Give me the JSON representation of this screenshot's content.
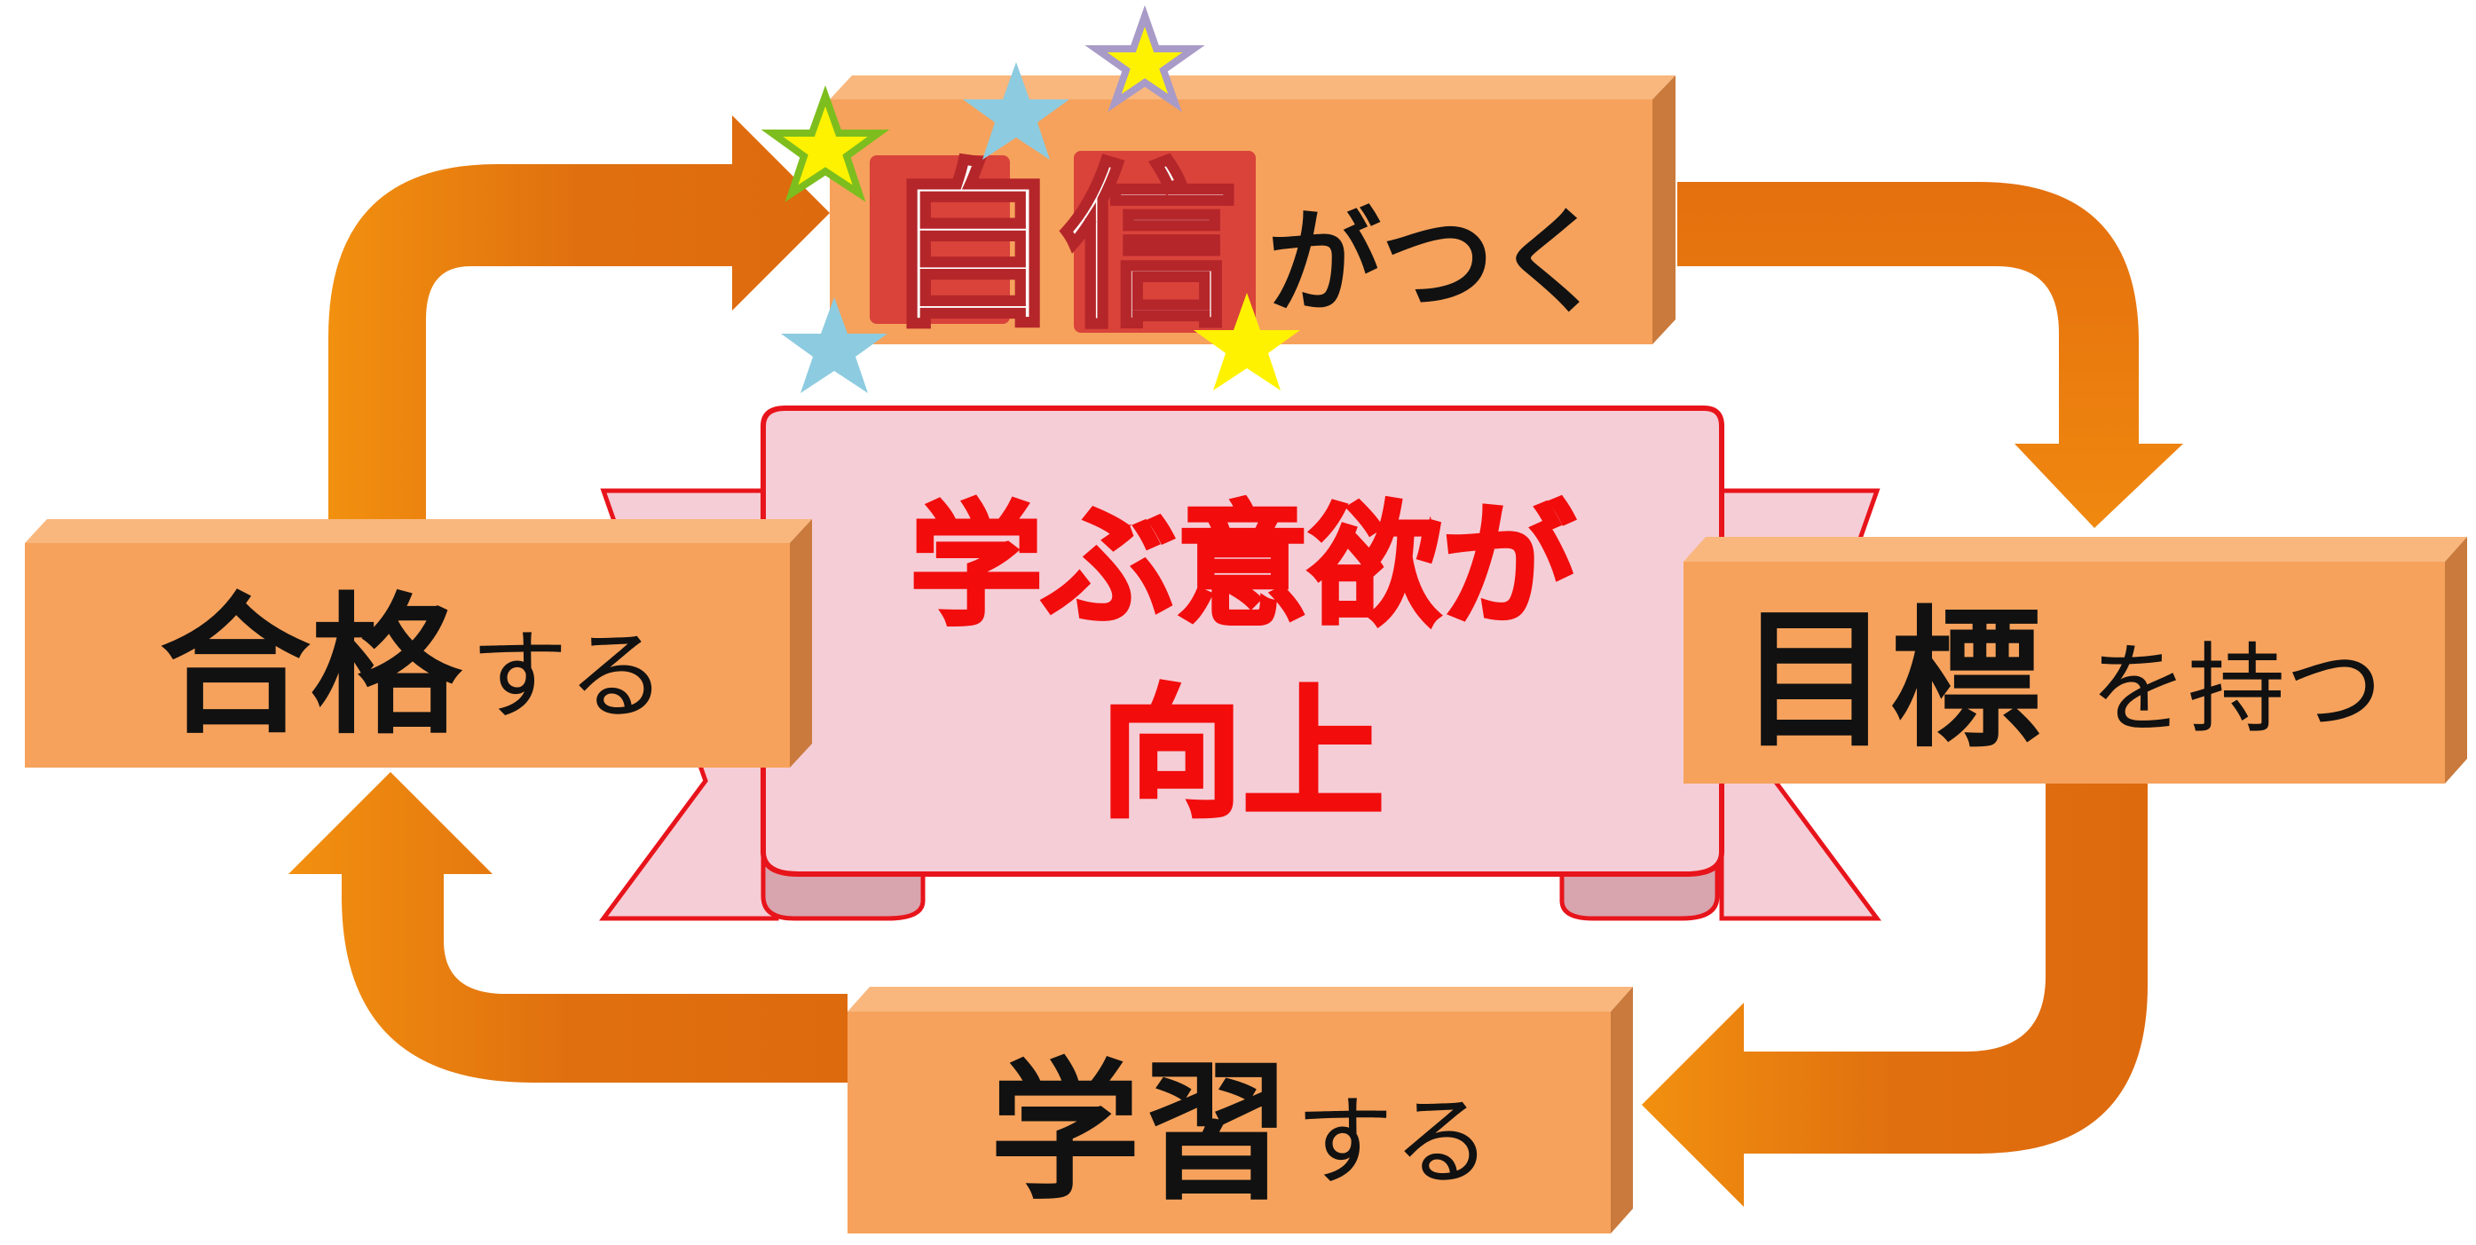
{
  "center": {
    "line1": "学ぶ意欲が",
    "line2": "向上"
  },
  "steps": {
    "top": {
      "big": "自信",
      "small": "がつく"
    },
    "right": {
      "big": "目標",
      "small": "を持つ"
    },
    "bottom": {
      "big": "学習",
      "small": "する"
    },
    "left": {
      "big": "合格",
      "small": "する"
    }
  },
  "colors": {
    "box_face": "#F6A25C",
    "box_top": "#F9B77E",
    "box_side": "#C97A3C",
    "arrow_dark": "#DE6A0E",
    "arrow_light": "#F2900F",
    "banner_fill": "#F5CDD6",
    "banner_stroke": "#E8141B",
    "center_text": "#F20C0C",
    "step_text": "#111111",
    "jishin_fill": "#D9433A",
    "jishin_text": "#FFFFFF"
  }
}
